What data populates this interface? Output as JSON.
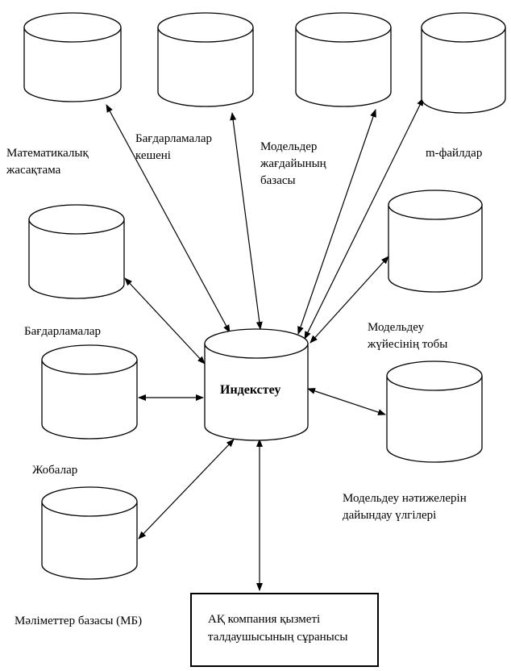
{
  "hub": {
    "label": "Индекстеу"
  },
  "nodes": {
    "math_software": {
      "label_lines": [
        "Математикалық",
        "жасақтама"
      ]
    },
    "program_complex": {
      "label_lines": [
        "Бағдарламалар",
        "кешені"
      ]
    },
    "model_state_db": {
      "label_lines": [
        "Модельдер",
        "жағдайының",
        "базасы"
      ]
    },
    "m_files": {
      "label_lines": [
        "m-файлдар"
      ]
    },
    "programs": {
      "label_lines": [
        "Бағдарламалар"
      ]
    },
    "modeling_group": {
      "label_lines": [
        "Модельдеу",
        "жүйесінің тобы"
      ]
    },
    "projects": {
      "label_lines": [
        "Жобалар"
      ]
    },
    "result_templates": {
      "label_lines": [
        "Модельдеу нәтижелерін",
        "дайындау үлгілері"
      ]
    },
    "database": {
      "label_lines": [
        "Мәліметтер базасы (МБ)"
      ]
    }
  },
  "request_box": {
    "label_lines": [
      "АҚ компания қызметі",
      "талдаушысының сұранысы"
    ]
  }
}
